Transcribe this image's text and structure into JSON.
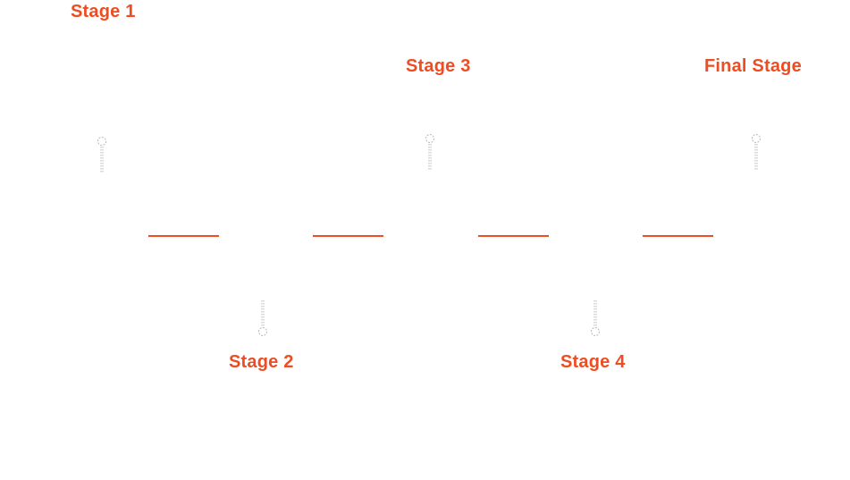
{
  "colors": {
    "accent": "#ee4c22",
    "pin": "#b8b8b8"
  },
  "stages": [
    {
      "label": "Stage 1"
    },
    {
      "label": "Stage 2"
    },
    {
      "label": "Stage 3"
    },
    {
      "label": "Stage 4"
    },
    {
      "label": "Final Stage"
    }
  ]
}
